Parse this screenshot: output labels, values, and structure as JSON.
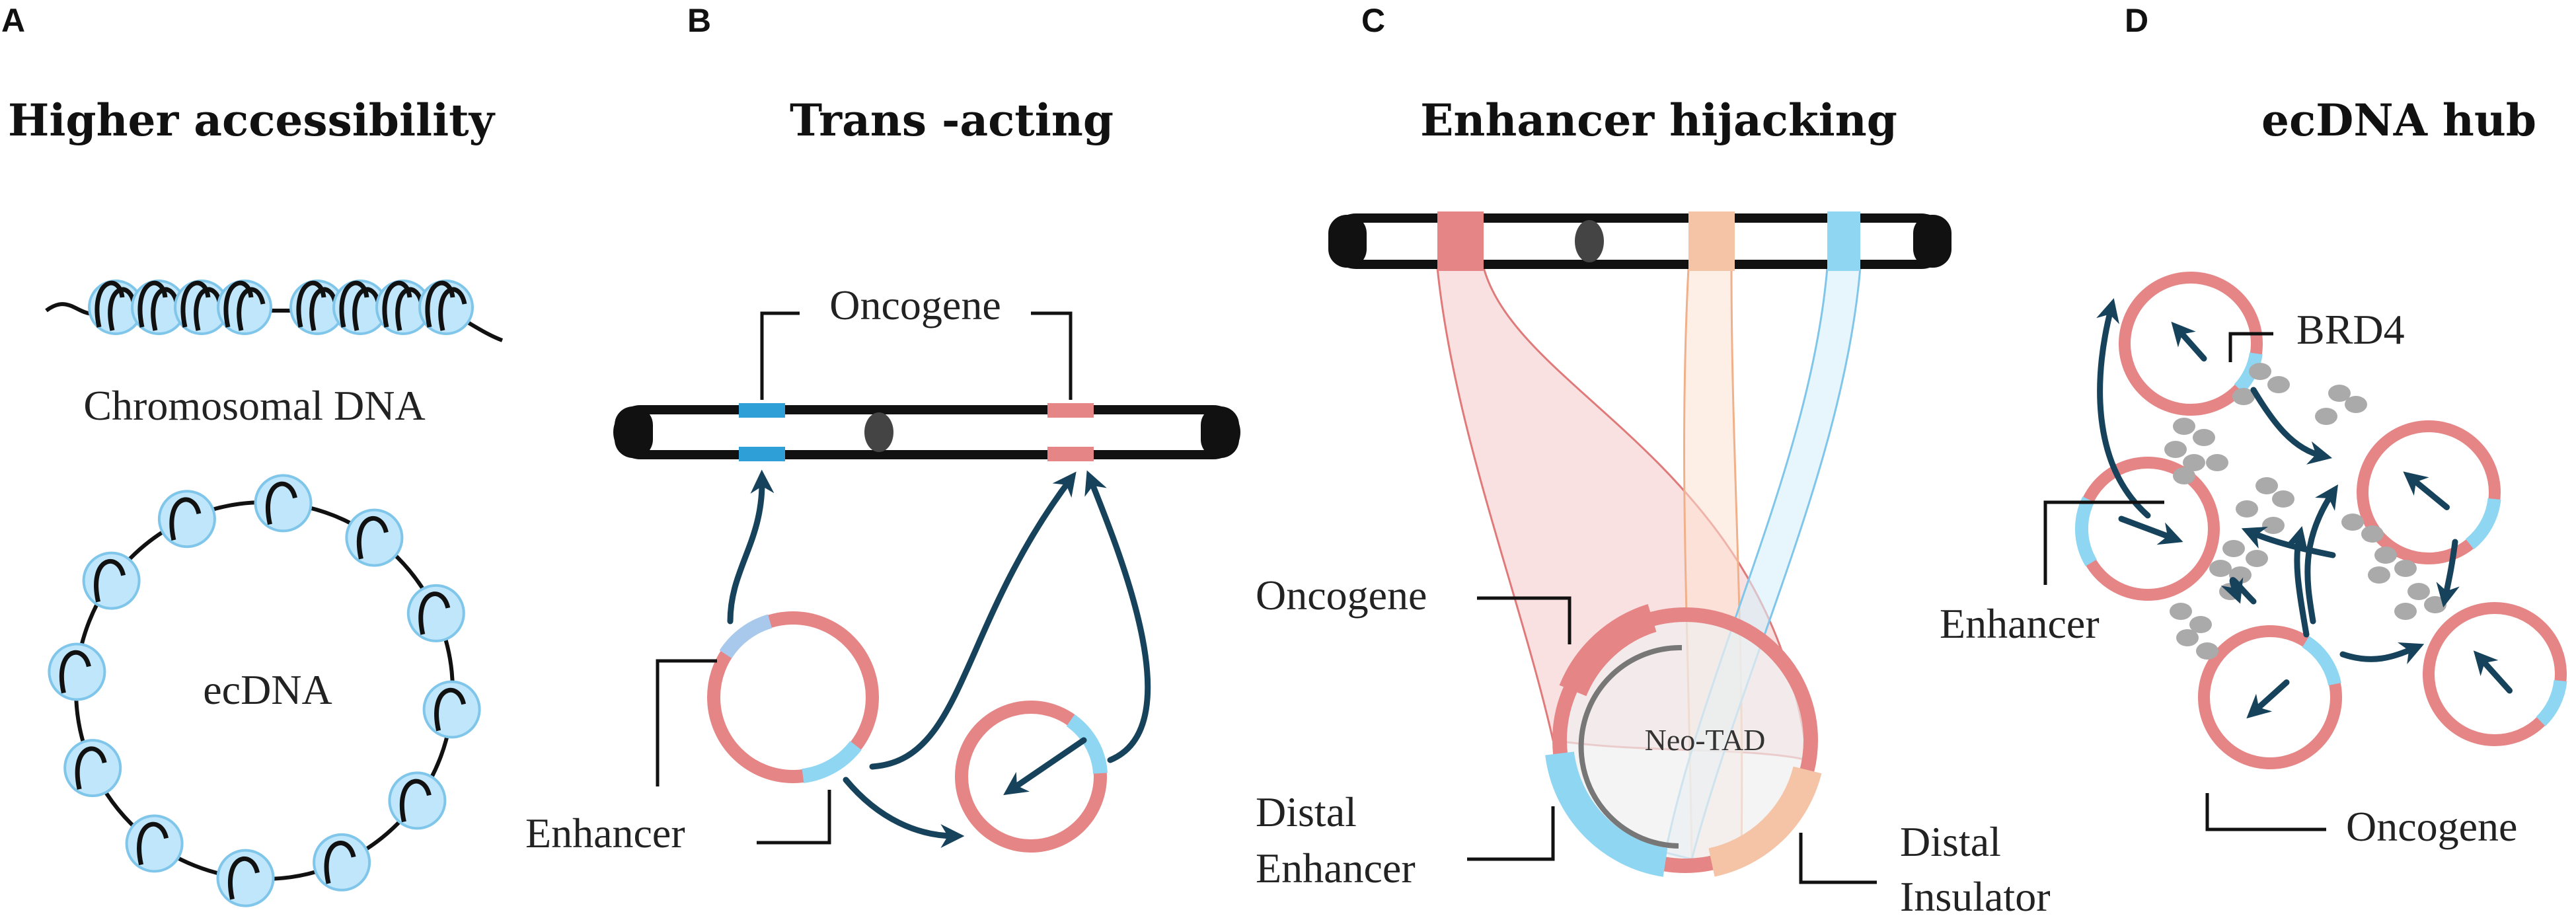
{
  "panels": [
    {
      "letter": "A",
      "title": "Higher accessibility",
      "labels": {
        "chromosomal": "Chromosomal DNA",
        "ecdna": "ecDNA"
      }
    },
    {
      "letter": "B",
      "title": "Trans -acting",
      "labels": {
        "oncogene": "Oncogene",
        "enhancer": "Enhancer"
      }
    },
    {
      "letter": "C",
      "title": "Enhancer hijacking",
      "labels": {
        "oncogene": "Oncogene",
        "neo_tad": "Neo-TAD",
        "distal_enhancer_1": "Distal",
        "distal_enhancer_2": "Enhancer",
        "distal_insulator_1": "Distal",
        "distal_insulator_2": "Insulator"
      }
    },
    {
      "letter": "D",
      "title": "ecDNA hub",
      "labels": {
        "brd4": "BRD4",
        "enhancer": "Enhancer",
        "oncogene": "Oncogene"
      }
    }
  ],
  "colors": {
    "oncogene": "#e58585",
    "enhancer": "#8fd6f2",
    "insulator": "#f5c4a6",
    "arrow": "#16425b",
    "nucleosome": "#bfe6fa",
    "brd4": "#aaaaaa"
  }
}
